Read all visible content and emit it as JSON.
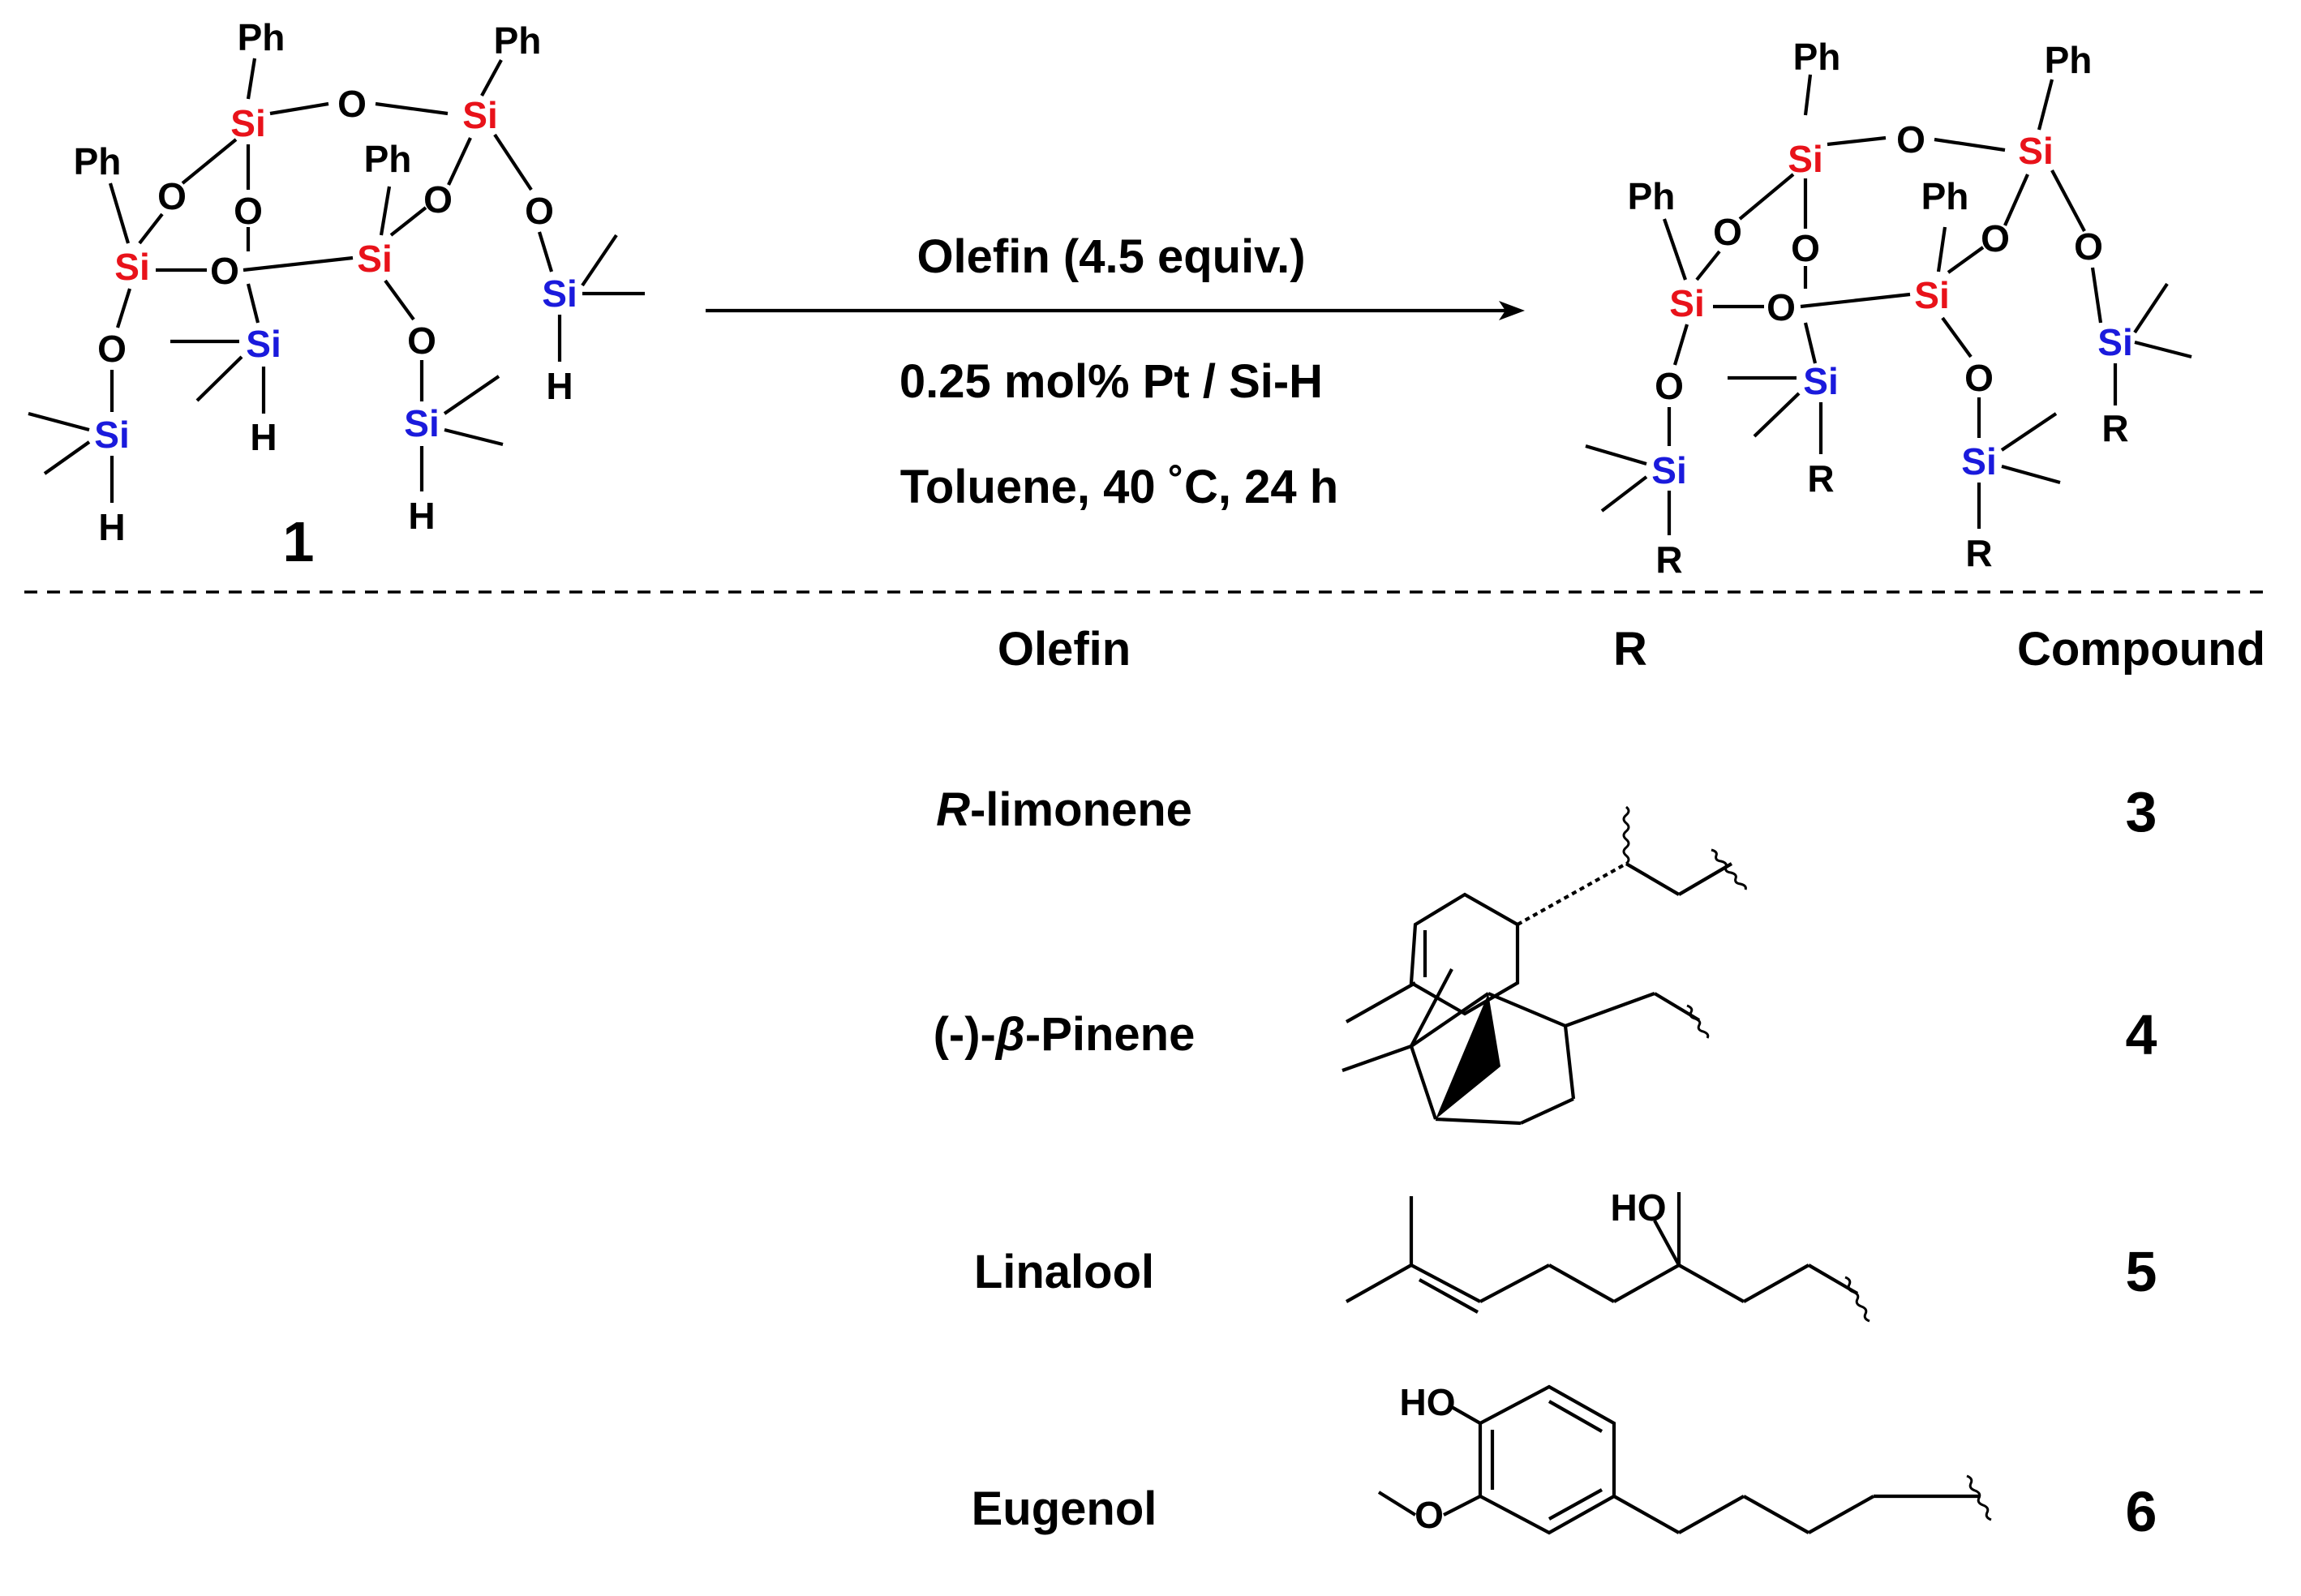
{
  "reaction": {
    "reagent_line1": "Olefin (4.5 equiv.)",
    "reagent_line2": "0.25 mol% Pt / Si-H",
    "reagent_line3": "Toluene, 40 ˚C, 24 h",
    "reactant_number": "1"
  },
  "atoms": {
    "si": "Si",
    "o": "O",
    "h": "H",
    "ph": "Ph",
    "r": "R",
    "ho": "HO"
  },
  "colors": {
    "core_si": "#e8121a",
    "pendant_si": "#1a1adc"
  },
  "table": {
    "headers": {
      "olefin": "Olefin",
      "r": "R",
      "compound": "Compound"
    },
    "rows": [
      {
        "olefin_prefix": "R",
        "olefin_rest": "-limonene",
        "compound": "3"
      },
      {
        "olefin_prefix": "(-)-",
        "olefin_greek": "β",
        "olefin_rest": "-Pinene",
        "compound": "4"
      },
      {
        "olefin": "Linalool",
        "compound": "5"
      },
      {
        "olefin": "Eugenol",
        "compound": "6"
      }
    ]
  }
}
